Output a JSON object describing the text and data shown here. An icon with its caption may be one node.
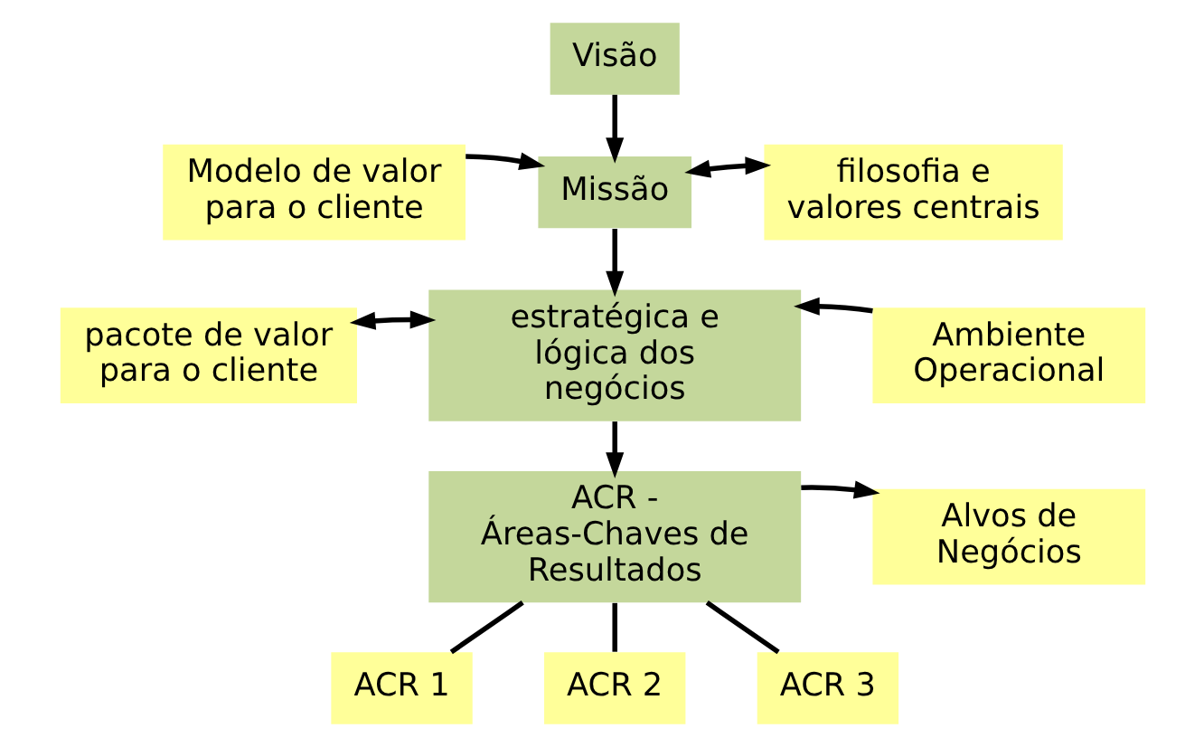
{
  "diagram": {
    "nodes": [
      {
        "text": [
          "Visão"
        ]
      },
      {
        "text": [
          "Modelo de valor para o cliente"
        ]
      },
      {
        "text": [
          "Missão"
        ]
      },
      {
        "text": [
          "filosofia e valores centrais"
        ]
      },
      {
        "text": [
          "pacote de valor para o cliente"
        ]
      },
      {
        "text": [
          "estratégica e lógica dos negócios"
        ]
      },
      {
        "text": [
          "Ambiente Operacional"
        ]
      },
      {
        "text": [
          "ACR - Áreas-Chaves de Resultados"
        ]
      },
      {
        "text": [
          "Alvos de Negócios"
        ]
      },
      {
        "text": [
          "ACR 1"
        ]
      },
      {
        "text": [
          "ACR 2"
        ]
      },
      {
        "text": [
          "ACR 3"
        ]
      }
    ],
    "edges": [
      {
        "from": 0,
        "to": 2,
        "arrow": "to"
      },
      {
        "from": 1,
        "to": 2,
        "arrow": "to"
      },
      {
        "from": 2,
        "to": 3,
        "arrow": "both"
      },
      {
        "from": 2,
        "to": 5,
        "arrow": "to"
      },
      {
        "from": 4,
        "to": 5,
        "arrow": "both"
      },
      {
        "from": 6,
        "to": 5,
        "arrow": "to"
      },
      {
        "from": 5,
        "to": 7,
        "arrow": "to"
      },
      {
        "from": 7,
        "to": 8,
        "arrow": "to"
      },
      {
        "from": 7,
        "to": 9,
        "arrow": "none"
      },
      {
        "from": 7,
        "to": 10,
        "arrow": "none"
      },
      {
        "from": 7,
        "to": 11,
        "arrow": "none"
      }
    ]
  }
}
